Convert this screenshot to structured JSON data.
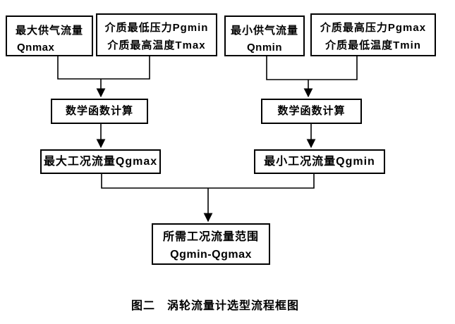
{
  "colors": {
    "line": "#000000",
    "bg": "#ffffff",
    "text": "#000000"
  },
  "caption": "图二　涡轮流量计选型流程框图",
  "flowchart": {
    "nodes": [
      {
        "id": "qnmax",
        "lines": [
          "最大供气流量",
          "Qnmax"
        ]
      },
      {
        "id": "media-max",
        "lines": [
          "介质最低压力Pgmin",
          "介质最高温度Tmax"
        ]
      },
      {
        "id": "qnmin",
        "lines": [
          "最小供气流量",
          "Qnmin"
        ]
      },
      {
        "id": "media-min",
        "lines": [
          "介质最高压力Pgmax",
          "介质最低温度Tmin"
        ]
      },
      {
        "id": "calc-left",
        "lines": [
          "数学函数计算"
        ]
      },
      {
        "id": "calc-right",
        "lines": [
          "数学函数计算"
        ]
      },
      {
        "id": "qgmax",
        "lines": [
          "最大工况流量Qgmax"
        ]
      },
      {
        "id": "qgmin",
        "lines": [
          "最小工况流量Qgmin"
        ]
      },
      {
        "id": "result",
        "lines": [
          "所需工况流量范围",
          "Qgmin-Qgmax"
        ]
      }
    ]
  }
}
